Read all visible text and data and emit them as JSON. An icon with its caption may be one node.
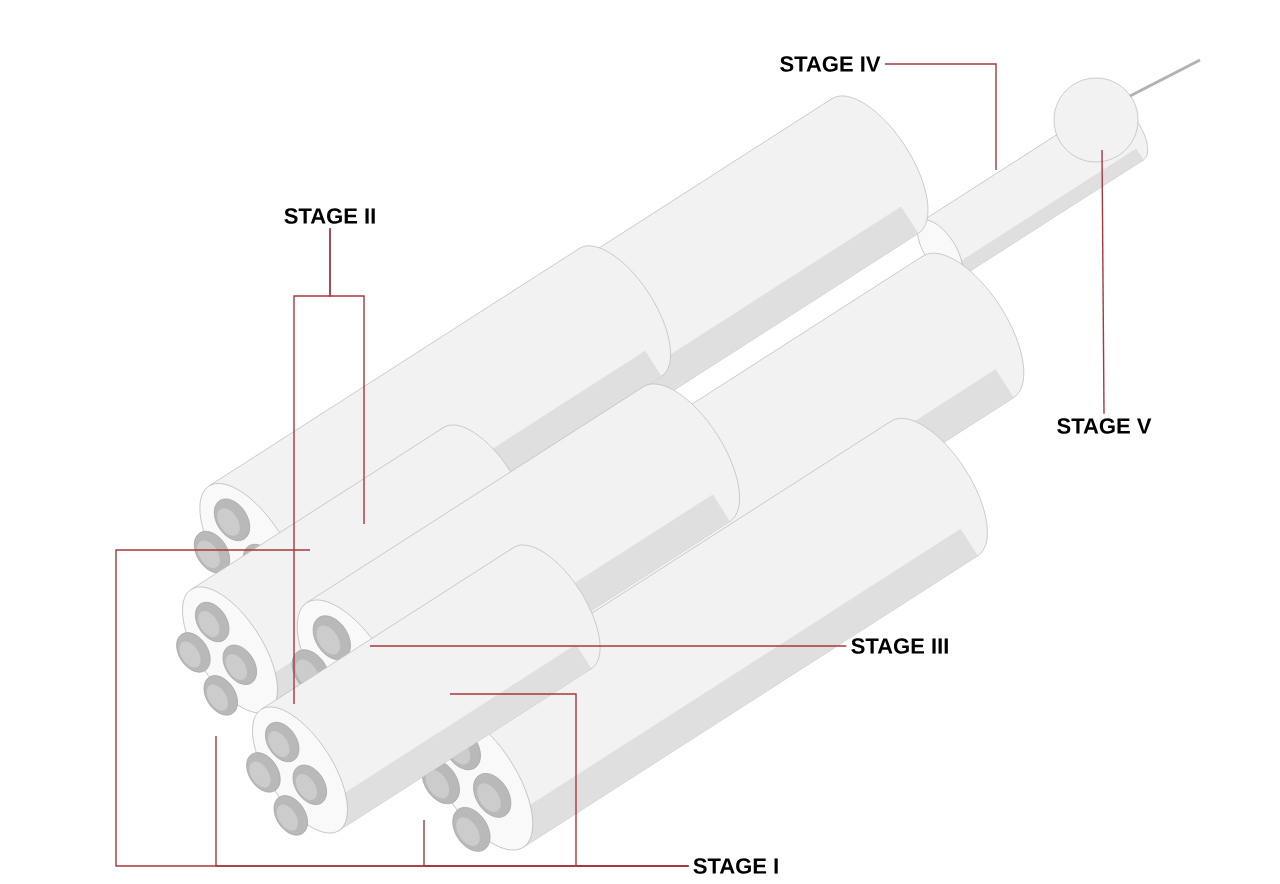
{
  "diagram": {
    "nodes": [
      {
        "text": [
          "STAGE IV"
        ]
      },
      {
        "text": [
          "STAGE II"
        ]
      },
      {
        "text": [
          "STAGE V"
        ]
      },
      {
        "text": [
          "STAGE III"
        ]
      },
      {
        "text": [
          "STAGE I"
        ]
      }
    ],
    "edges": [
      {
        "from": 0,
        "to": null,
        "arrow": "none"
      },
      {
        "from": 1,
        "to": null,
        "arrow": "none"
      },
      {
        "from": 1,
        "to": null,
        "arrow": "none"
      },
      {
        "from": 2,
        "to": null,
        "arrow": "none"
      },
      {
        "from": 3,
        "to": null,
        "arrow": "none"
      },
      {
        "from": 4,
        "to": null,
        "arrow": "none"
      },
      {
        "from": 4,
        "to": null,
        "arrow": "none"
      },
      {
        "from": 4,
        "to": null,
        "arrow": "none"
      },
      {
        "from": 4,
        "to": null,
        "arrow": "none"
      }
    ]
  }
}
